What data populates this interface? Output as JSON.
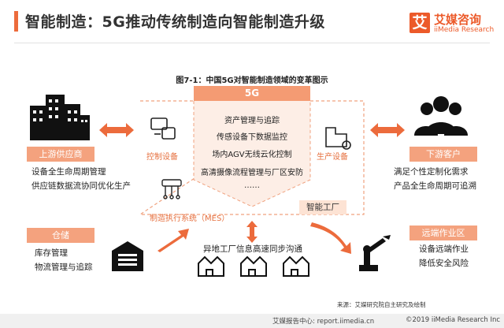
{
  "header": {
    "title": "智能制造：5G推动传统制造向智能制造升级",
    "logo_mark": "艾",
    "logo_cn": "艾媒咨询",
    "logo_en": "iiMedia Research"
  },
  "figure": {
    "title": "图7-1：中国5G对智能制造领域的变革图示",
    "center_header": "5G",
    "center_items": [
      "资产管理与追踪",
      "传感设备下数据监控",
      "场内AGV无线云化控制",
      "高清摄像流程管理与厂区安防",
      "……"
    ],
    "smart_factory": "智能工厂",
    "control_device": "控制设备",
    "production_device": "生产设备",
    "mes": "制造执行系统（MES）",
    "remote_sync": "异地工厂信息高速同步沟通"
  },
  "left_upstream": {
    "label": "上游供应商",
    "items": [
      "设备全生命周期管理",
      "供应链数据流协同优化生产"
    ]
  },
  "left_storage": {
    "label": "仓储",
    "items": [
      "库存管理",
      "物流管理与追踪"
    ]
  },
  "right_downstream": {
    "label": "下游客户",
    "items": [
      "满足个性定制化需求",
      "产品全生命周期可追溯"
    ]
  },
  "right_remote": {
    "label": "远端作业区",
    "items": [
      "设备远端作业",
      "降低安全风险"
    ]
  },
  "icons": {
    "buildings": "buildings-icon",
    "people": "people-icon",
    "warehouse": "warehouse-icon",
    "robot_arm": "robot-arm-icon",
    "control": "control-device-icon",
    "production": "production-device-icon",
    "mes": "mes-icon",
    "factory": "factory-icon"
  },
  "colors": {
    "accent": "#ec6b3c",
    "light_orange": "#f4a27e",
    "pale_orange": "#fde3d4",
    "dark": "#222222"
  },
  "source": "来源：艾媒研究院自主研究及绘制",
  "footer": {
    "report_site": "艾媒报告中心: report.iimedia.cn",
    "copyright": "©2019  iiMedia Research  Inc"
  }
}
